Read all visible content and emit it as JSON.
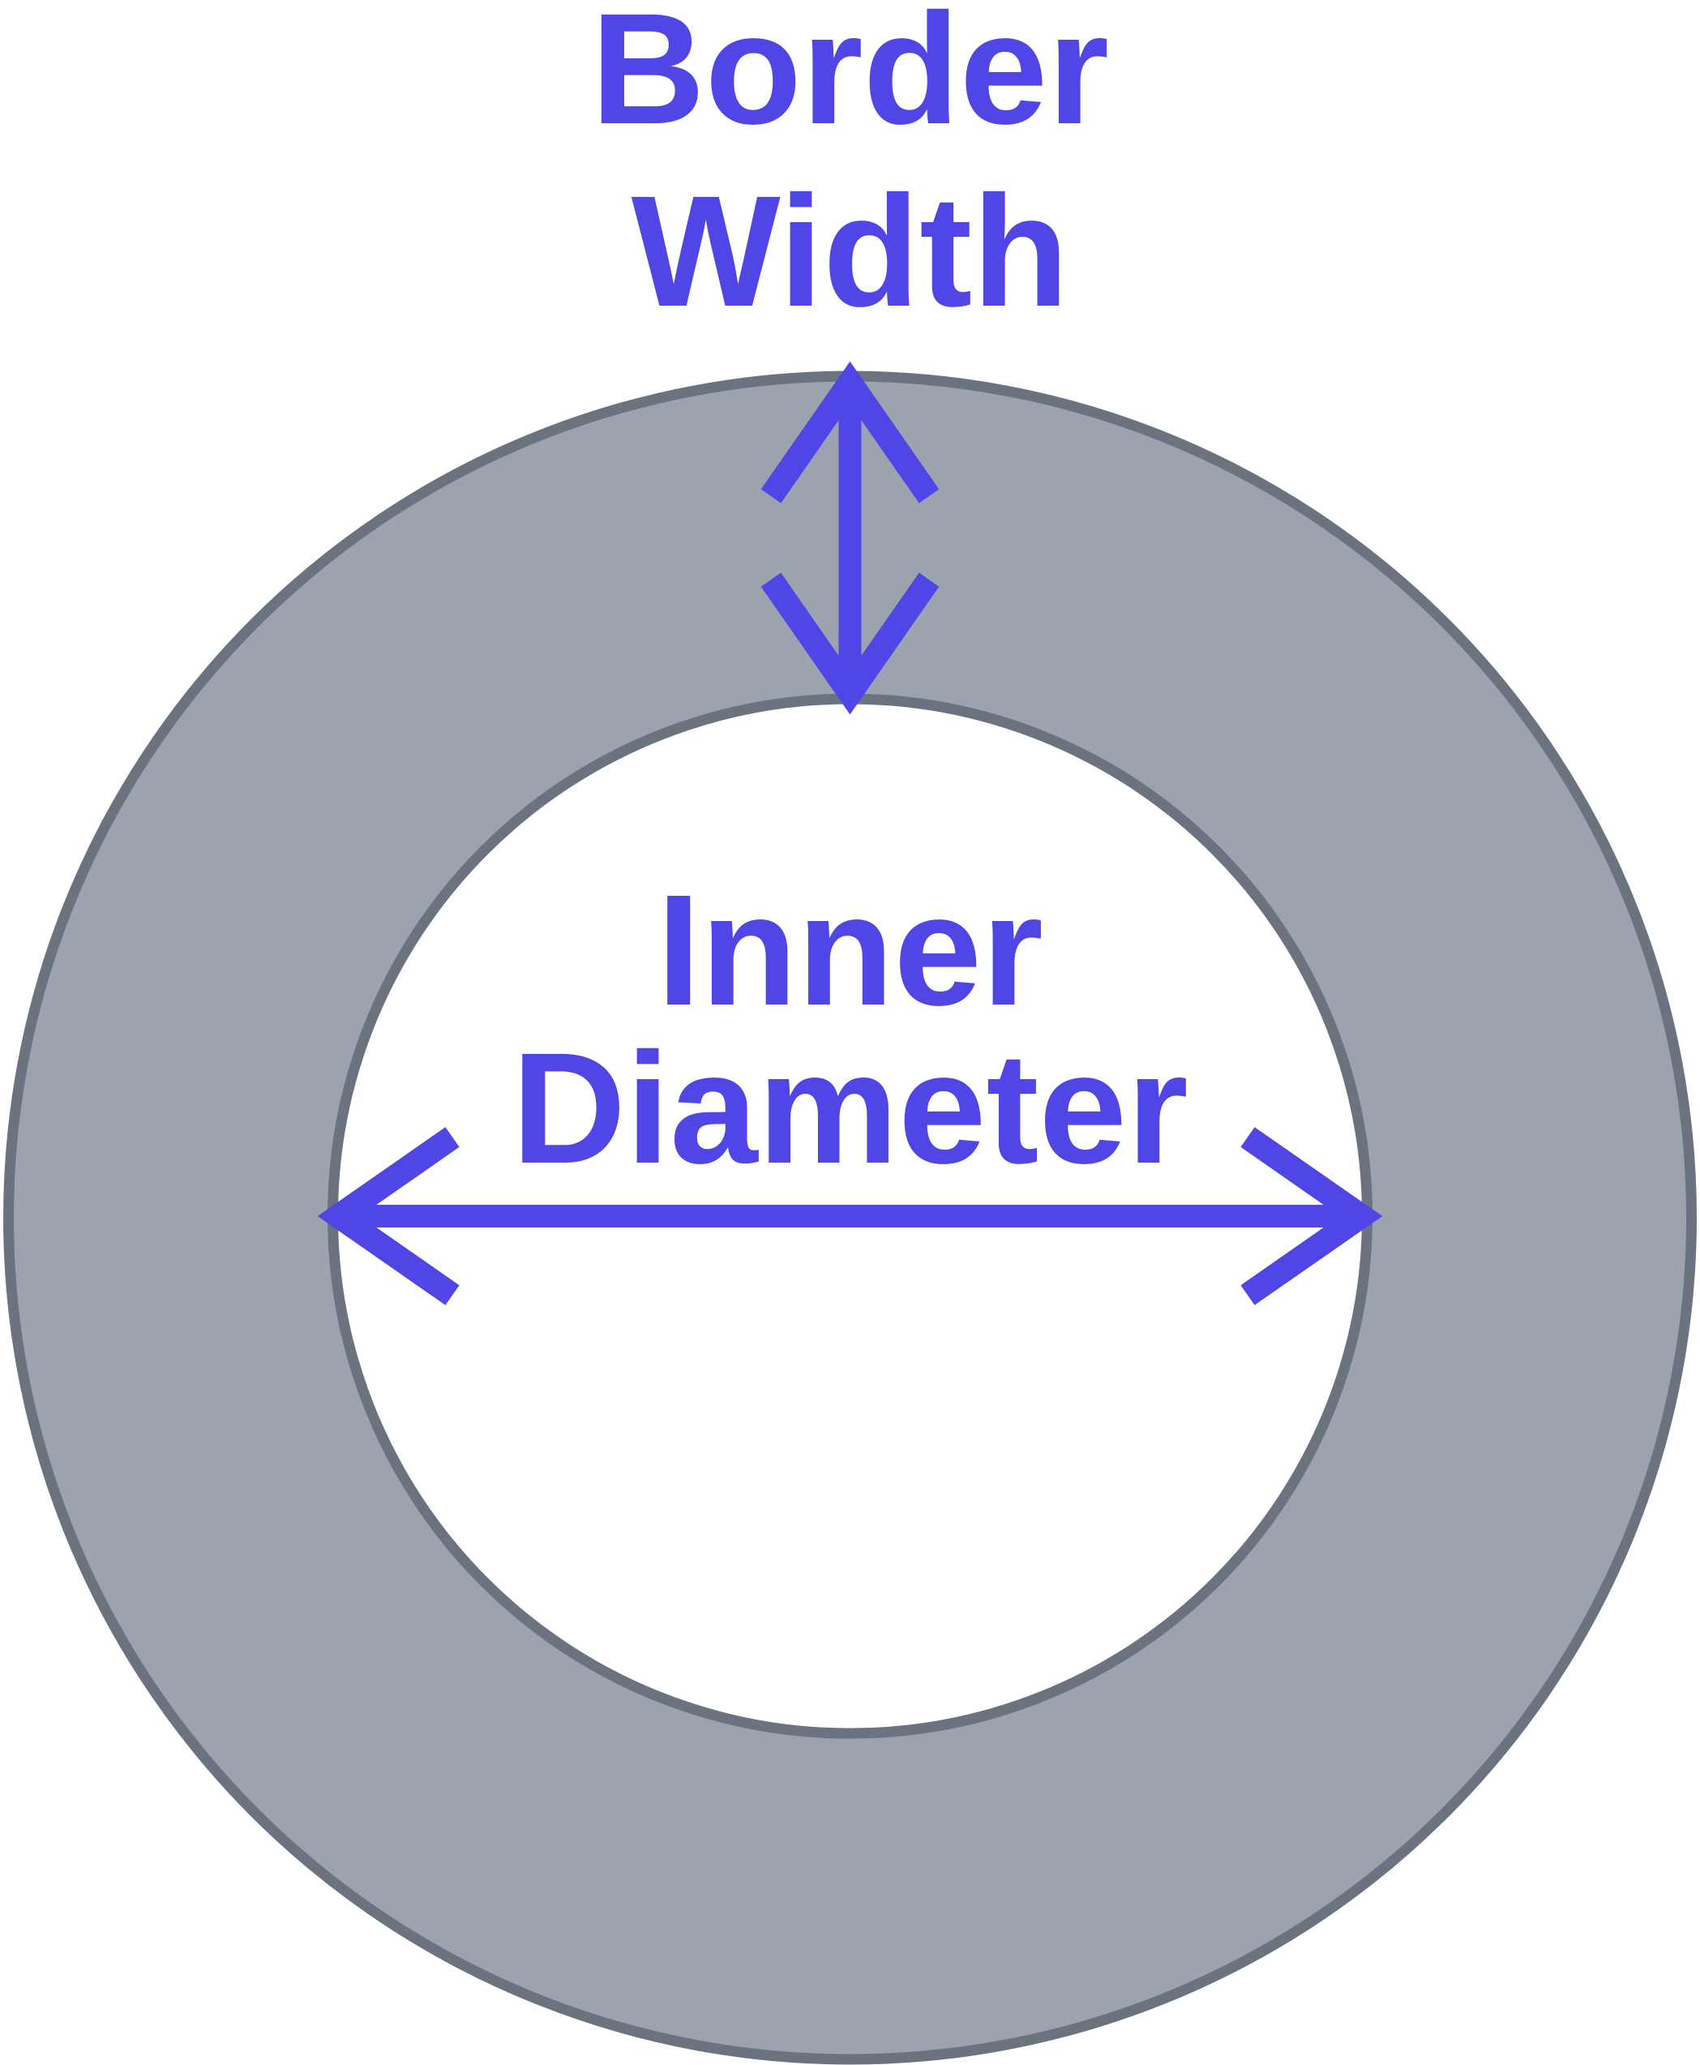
{
  "title": {
    "line1": "Border",
    "line2": "Width"
  },
  "center_label": {
    "line1": "Inner",
    "line2": "Diameter"
  },
  "icons": {
    "vertical_arrow": "double-arrow-vertical",
    "horizontal_arrow": "double-arrow-horizontal"
  },
  "colors": {
    "accent": "#4F46E5",
    "ring_fill": "#9CA3AF",
    "ring_stroke": "#6B7280",
    "inner_fill": "#FFFFFF",
    "background": "#FFFFFF"
  }
}
